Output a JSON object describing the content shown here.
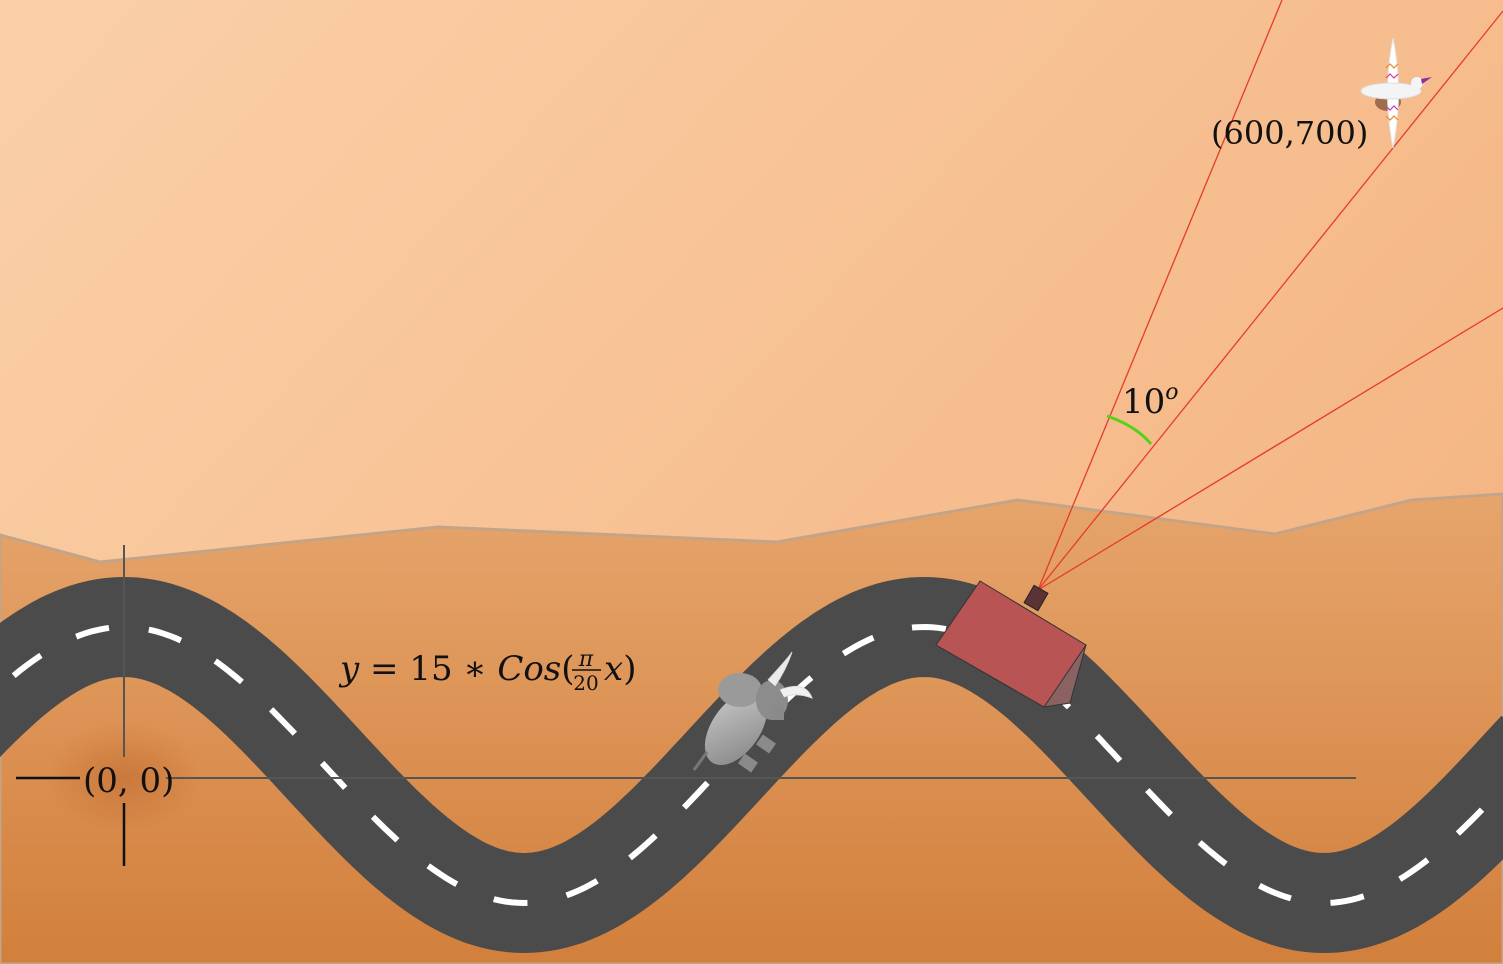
{
  "equation": {
    "lhs": "y",
    "eq": " = 15 ∗ ",
    "fn": "Cos",
    "open": "(",
    "num": "π",
    "den": "20",
    "var": "x",
    "close": ")"
  },
  "labels": {
    "origin": "(0, 0)",
    "target": "(600,700)",
    "angle_value": "10",
    "angle_sup": "o"
  },
  "colors": {
    "sky_light": "#fbd0a8",
    "sky_dark": "#f4b583",
    "ground_light": "#e6a56c",
    "ground_dark": "#d27f3c",
    "road": "#4b4b4b",
    "lane_marking": "#ffffff",
    "rays": "#e53b2a",
    "angle_arc": "#55d11a",
    "vehicle_top": "#b85454",
    "vehicle_side": "#8a6262",
    "animal": "#9a9a9a"
  },
  "icons": {
    "vehicle": "vehicle-icon",
    "animal": "mammoth-icon",
    "bird": "bird-icon"
  }
}
